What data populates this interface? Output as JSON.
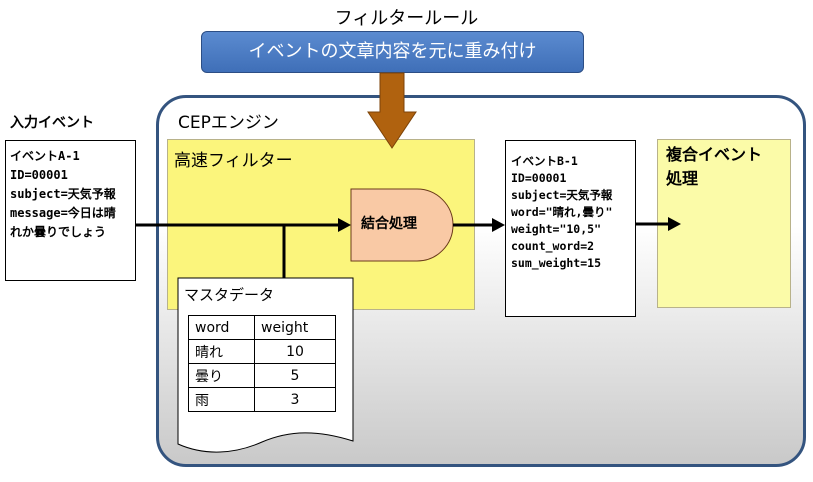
{
  "filter_rule": {
    "title": "フィルタールール",
    "box_label": "イベントの文章内容を元に重み付け"
  },
  "input": {
    "label": "入力イベント",
    "lines": [
      "イベントA-1",
      "ID=00001",
      "subject=天気予報",
      "message=今日は晴",
      "れか曇りでしょう"
    ]
  },
  "cep": {
    "label": "CEPエンジン",
    "filter_label": "高速フィルター",
    "combine_label": "結合処理",
    "complex_label": [
      "複合イベント",
      "処理"
    ]
  },
  "output": {
    "lines": [
      "イベントB-1",
      "ID=00001",
      "subject=天気予報",
      "word=\"晴れ,曇り\"",
      "weight=\"10,5\"",
      "count_word=2",
      "sum_weight=15"
    ]
  },
  "master": {
    "label": "マスタデータ",
    "headers": [
      "word",
      "weight"
    ],
    "rows": [
      [
        "晴れ",
        "10"
      ],
      [
        "曇り",
        "5"
      ],
      [
        "雨",
        "3"
      ]
    ]
  },
  "colors": {
    "rule_box": "#4a7cc4",
    "cep_border": "#34547f",
    "filter_fill": "#fbf57c",
    "complex_fill": "#fbfba8",
    "combine_fill": "#f9c9a5",
    "down_arrow": "#b0620f"
  }
}
